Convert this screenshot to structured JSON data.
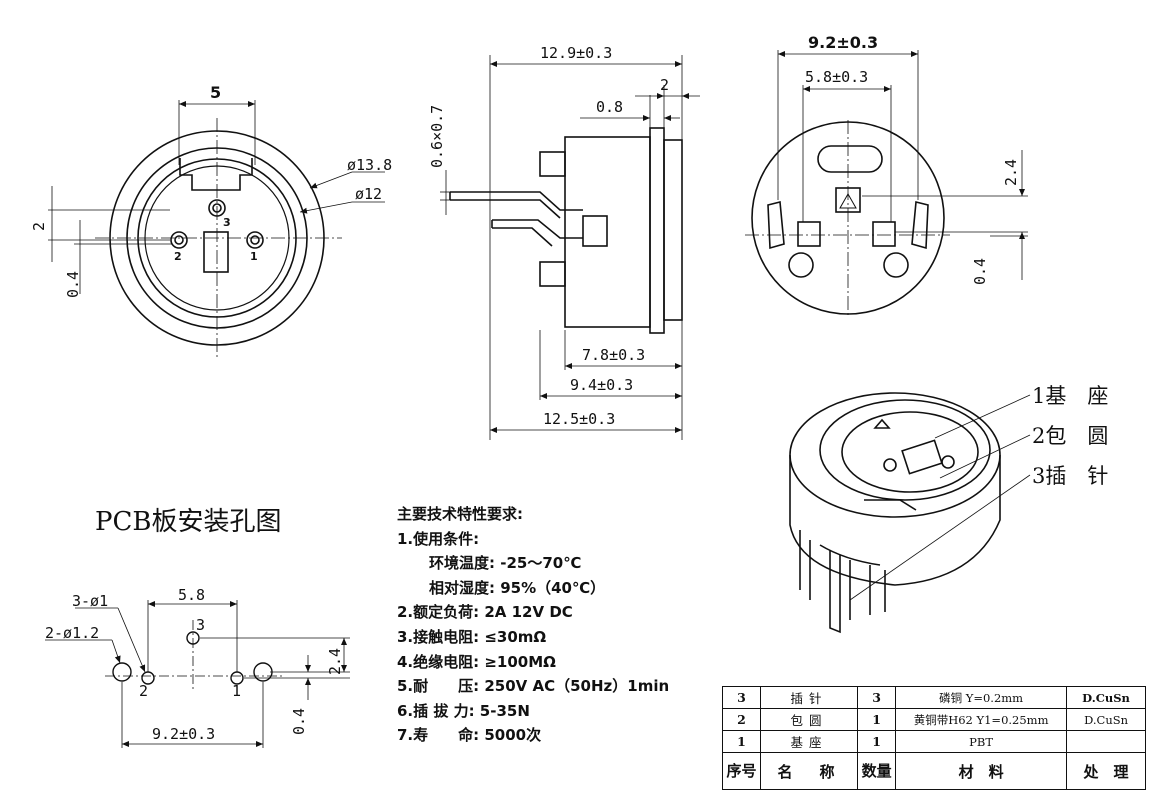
{
  "front_view": {
    "dim_pitch": "5",
    "dim_outer_dia": "ø13.8",
    "dim_inner_dia": "ø12",
    "dim_v_2": "2",
    "dim_v_04": "0.4",
    "pin_labels": [
      "1",
      "2",
      "3"
    ]
  },
  "side_view": {
    "dim_overall": "12.9±0.3",
    "dim_2": "2",
    "dim_08": "0.8",
    "dim_pin": "0.6×0.7",
    "dim_78": "7.8±0.3",
    "dim_94": "9.4±0.3",
    "dim_125": "12.5±0.3"
  },
  "rear_view": {
    "dim_92": "9.2±0.3",
    "dim_58": "5.8±0.3",
    "dim_24": "2.4",
    "dim_04": "0.4"
  },
  "callouts": [
    "1基　座",
    "2包　圆",
    "3插　针"
  ],
  "pcb": {
    "title": "PCB板安装孔图",
    "hole_3": "3-ø1",
    "hole_2": "2-ø1.2",
    "dim_58": "5.8",
    "dim_92": "9.2±0.3",
    "dim_24": "2.4",
    "dim_04": "0.4",
    "pin_labels": [
      "1",
      "2",
      "3"
    ]
  },
  "specs": {
    "title": "主要技术特性要求:",
    "lines": [
      "1.使用条件:",
      "环境温度: -25～70℃",
      "相对湿度: 95%（40℃）",
      "2.额定负荷: 2A 12V DC",
      "3.接触电阻: ≤30mΩ",
      "4.绝缘电阻: ≥100MΩ",
      "5.耐　　压: 250V AC（50Hz）1min",
      "6.插 拔 力: 5-35N",
      "7.寿　　命: 5000次"
    ]
  },
  "bom": {
    "rows": [
      {
        "no": "3",
        "name": "插针",
        "qty": "3",
        "material": "磷铜 Y=0.2mm",
        "finish": "D.CuSn"
      },
      {
        "no": "2",
        "name": "包圆",
        "qty": "1",
        "material": "黄铜带H62 Y1=0.25mm",
        "finish": "D.CuSn"
      },
      {
        "no": "1",
        "name": "基座",
        "qty": "1",
        "material": "PBT",
        "finish": ""
      }
    ],
    "header": {
      "no": "序号",
      "name": "名　称",
      "qty": "数量",
      "material": "材　料",
      "finish": "处　理"
    }
  }
}
